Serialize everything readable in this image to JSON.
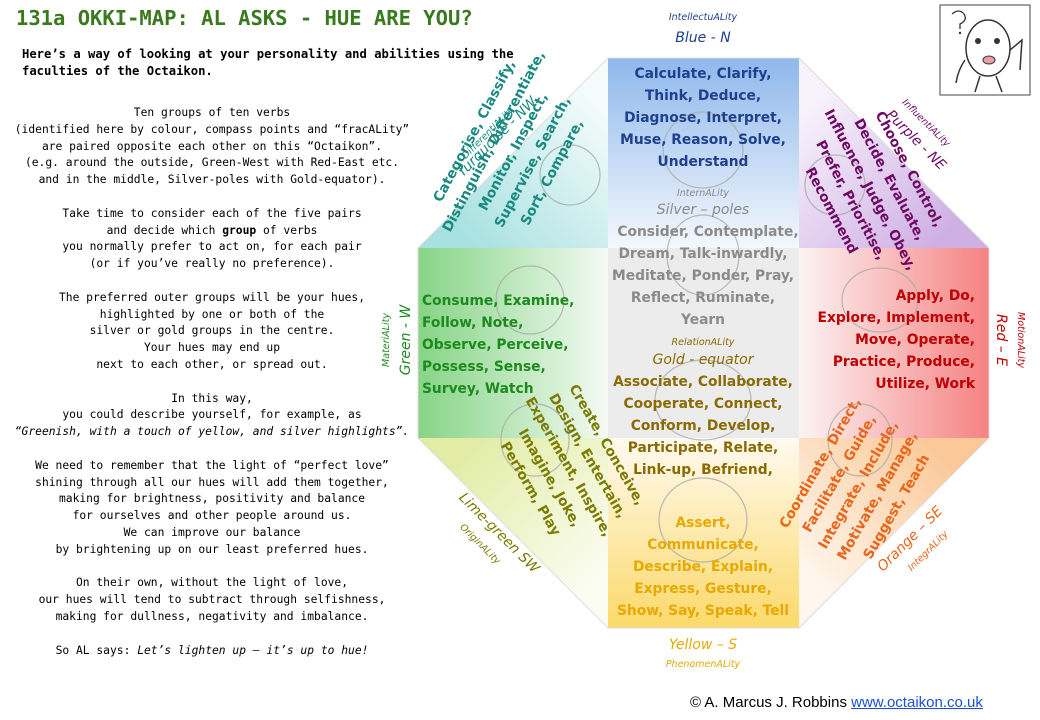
{
  "title": "131a OKKI-MAP: AL ASKS - HUE ARE YOU?",
  "intro": "Here’s a way of looking at your personality and abilities using the faculties of the Octaikon.",
  "body": {
    "p1": [
      "Ten groups of ten verbs",
      "(identified here by colour, compass points and “fracALity”",
      "are paired opposite each other on this “Octaikon”.",
      "(e.g. around the outside, Green-West with Red-East etc.",
      "and in the middle, Silver-poles with Gold-equator)."
    ],
    "p2_l1": "Take time to consider each of the five pairs",
    "p2_l2_pre": "and decide which ",
    "p2_l2_bold": "group",
    "p2_l2_post": " of verbs",
    "p2_rest": [
      "you normally prefer to act on, for each pair",
      "(or if you’ve really no preference)."
    ],
    "p3": [
      "The preferred outer groups will be your hues,",
      "highlighted  by one or both of the",
      "silver or gold groups in the centre.",
      "Your hues may end up",
      "next to each other, or spread out."
    ],
    "p4_l1": "In this way,",
    "p4_l2": "you could describe yourself, for example, as",
    "p4_example": "“Greenish, with a touch of yellow, and silver highlights”.",
    "p5": [
      "We need to remember that the light of  “perfect love”",
      "shining through all our hues will add them together,",
      "making  for brightness, positivity and balance",
      "for ourselves and other people around us.",
      "We can improve our balance",
      "by brightening up on our least preferred hues."
    ],
    "p6": [
      "On their own, without the light of love,",
      "our hues will tend to subtract through selfishness,",
      "making for dullness, negativity and imbalance."
    ],
    "p7_pre": "So AL says: ",
    "p7_italic": "Let’s lighten up – it’s up to hue!"
  },
  "octaikon": {
    "blue": {
      "faculty": "IntellectuALity",
      "direction": "Blue - N",
      "verbs": [
        "Calculate, Clarify,",
        "Think, Deduce,",
        "Diagnose, Interpret,",
        "Muse, Reason, Solve,",
        "Understand"
      ],
      "color": "#1f3f8f"
    },
    "purple": {
      "faculty": "InfluentiALity",
      "direction": "Purple - NE",
      "verbs": [
        "Choose, Control,",
        "Decide, Evaluate,",
        "Influence, Judge, Obey,",
        "Prefer, Prioritise,",
        "Recommend"
      ],
      "color": "#6e0a63"
    },
    "red": {
      "faculty": "MotionALity",
      "direction": "Red – E",
      "verbs": [
        "Apply, Do,",
        "Explore, Implement,",
        "Move, Operate,",
        "Practice, Produce,",
        "Utilize, Work"
      ],
      "color": "#c00000"
    },
    "orange": {
      "faculty": "IntegrALity",
      "direction": "Orange – SE",
      "verbs": [
        "Coordinate, Direct,",
        "Facilitate, Guide,",
        "Integrate, Include,",
        "Motivate, Manage,",
        "Suggest, Teach"
      ],
      "color": "#e8651a"
    },
    "yellow": {
      "faculty": "PhenomenALity",
      "direction": "Yellow – S",
      "verbs": [
        "Assert,",
        "Communicate,",
        "Describe, Explain,",
        "Express, Gesture,",
        "Show, Say, Speak, Tell"
      ],
      "color": "#e8a800"
    },
    "lime": {
      "faculty": "OriginALity",
      "direction": "Lime-green SW",
      "verbs": [
        "Create, Conceive,",
        "Design, Entertain,",
        "Experiment, Inspire,",
        "Imagine, Joke,",
        "Perform, Play"
      ],
      "color": "#7a7a00"
    },
    "green": {
      "faculty": "MateriALity",
      "direction": "Green - W",
      "verbs": [
        "Consume, Examine,",
        "Follow, Note,",
        "Observe, Perceive,",
        "Possess, Sense,",
        "Survey, Watch"
      ],
      "color": "#1d8a1d"
    },
    "turquoise": {
      "faculty": "DifferentiALity",
      "direction": "Turquoise - NW",
      "verbs": [
        "Categorise, Classify,",
        "Distinguish, Differentiate,",
        "Monitor, Inspect,",
        "Supervise, Search,",
        "Sort, Compare,"
      ],
      "color": "#1a8a80"
    },
    "silver": {
      "faculty": "InternALity",
      "direction": "Silver – poles",
      "verbs": [
        "Consider, Contemplate,",
        "Dream, Talk-inwardly,",
        "Meditate, Ponder, Pray,",
        "Reflect, Ruminate,",
        "Yearn"
      ],
      "color": "#8a8a8a"
    },
    "gold": {
      "faculty": "RelationALity",
      "direction": "Gold - equator",
      "verbs": [
        "Associate, Collaborate,",
        "Cooperate, Connect,",
        "Conform, Develop,",
        "Participate, Relate,",
        "Link-up, Befriend,"
      ],
      "color": "#8a6a00"
    }
  },
  "copyright": {
    "text": "© A. Marcus J. Robbins",
    "link": "www.octaikon.co.uk"
  }
}
